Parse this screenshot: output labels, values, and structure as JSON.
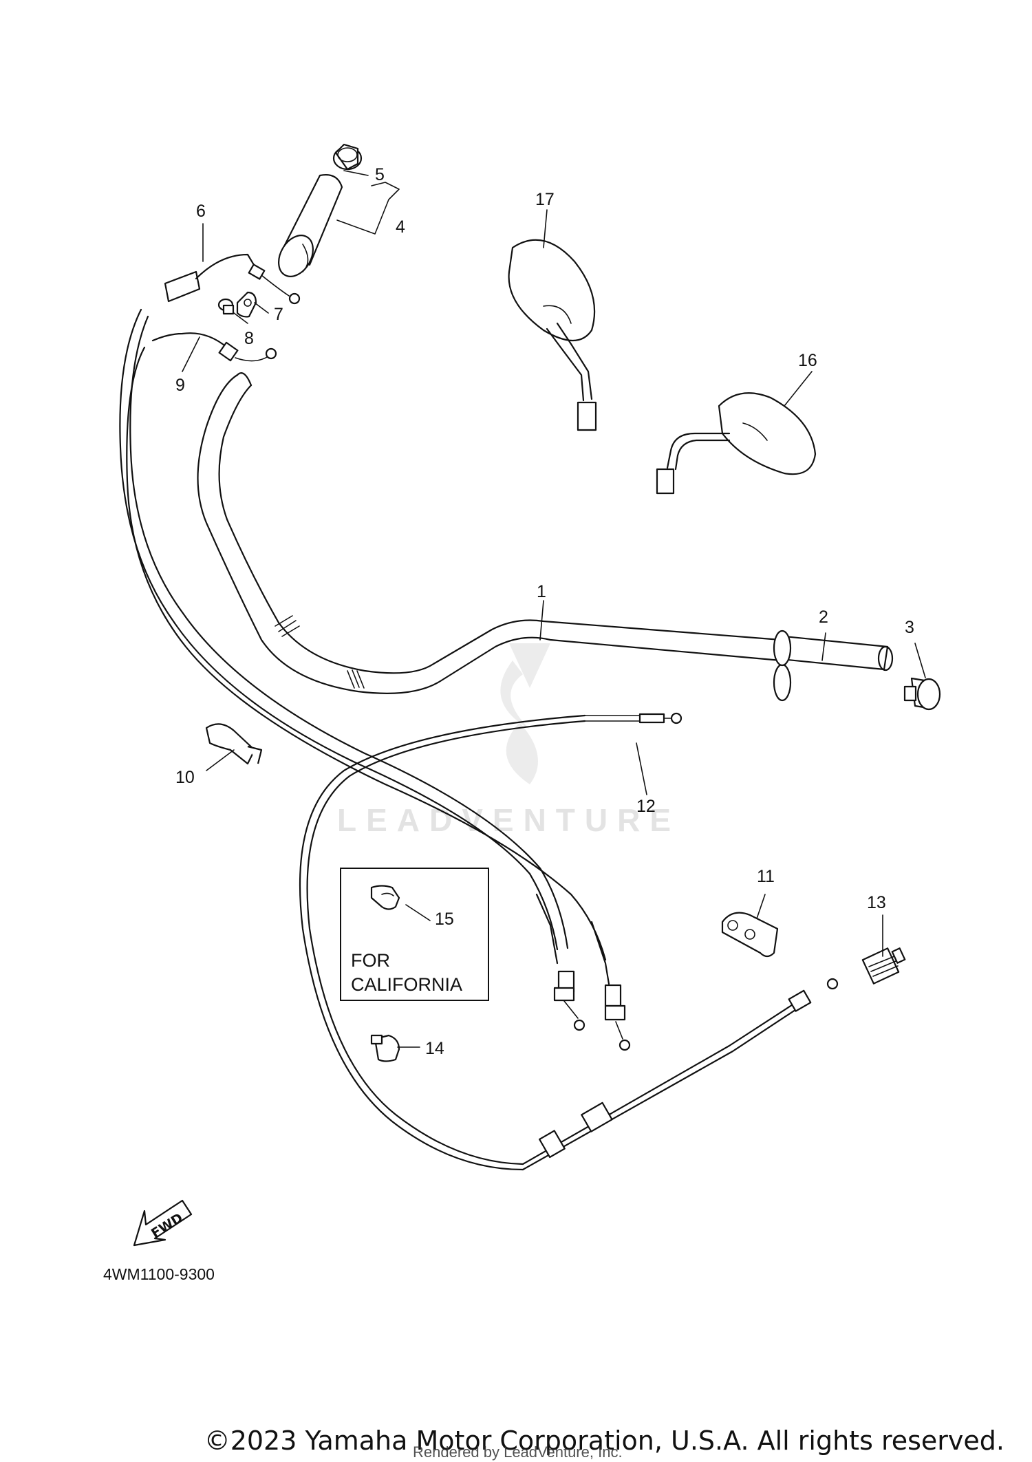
{
  "diagram": {
    "code": "4WM1100-9300",
    "fwd_label": "FWD",
    "watermark_text": "LEADVENTURE",
    "california_box": {
      "line1": "FOR",
      "line2": "CALIFORNIA"
    },
    "callouts": [
      {
        "id": "1",
        "label": "1"
      },
      {
        "id": "2",
        "label": "2"
      },
      {
        "id": "3",
        "label": "3"
      },
      {
        "id": "4",
        "label": "4"
      },
      {
        "id": "5",
        "label": "5"
      },
      {
        "id": "6",
        "label": "6"
      },
      {
        "id": "7",
        "label": "7"
      },
      {
        "id": "8",
        "label": "8"
      },
      {
        "id": "9",
        "label": "9"
      },
      {
        "id": "10",
        "label": "10"
      },
      {
        "id": "11",
        "label": "11"
      },
      {
        "id": "12",
        "label": "12"
      },
      {
        "id": "13",
        "label": "13"
      },
      {
        "id": "14",
        "label": "14"
      },
      {
        "id": "15",
        "label": "15"
      },
      {
        "id": "16",
        "label": "16"
      },
      {
        "id": "17",
        "label": "17"
      }
    ]
  },
  "footer": {
    "copyright": "©2023 Yamaha Motor Corporation, U.S.A. All rights reserved.",
    "rendered_by": "Rendered by LeadVenture, Inc."
  }
}
